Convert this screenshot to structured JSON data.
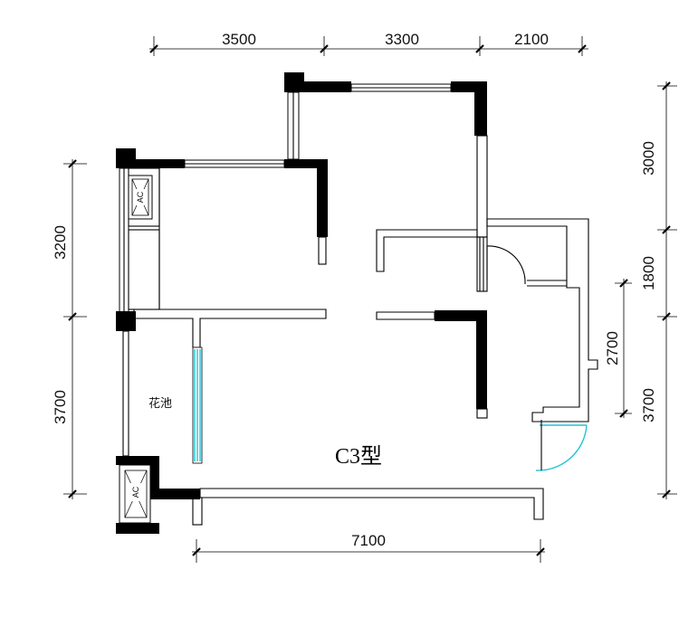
{
  "dimensions": {
    "top": [
      "3500",
      "3300",
      "2100"
    ],
    "bottom": "7100",
    "left": [
      "3200",
      "3700"
    ],
    "right": [
      "3000",
      "1800",
      "3700"
    ],
    "right_inner": "2700"
  },
  "rooms": {
    "garden": "花池"
  },
  "ac_label": "AC",
  "unit_type": "C3型",
  "colors": {
    "wall": "#000000",
    "glass": "#22c4d6"
  }
}
